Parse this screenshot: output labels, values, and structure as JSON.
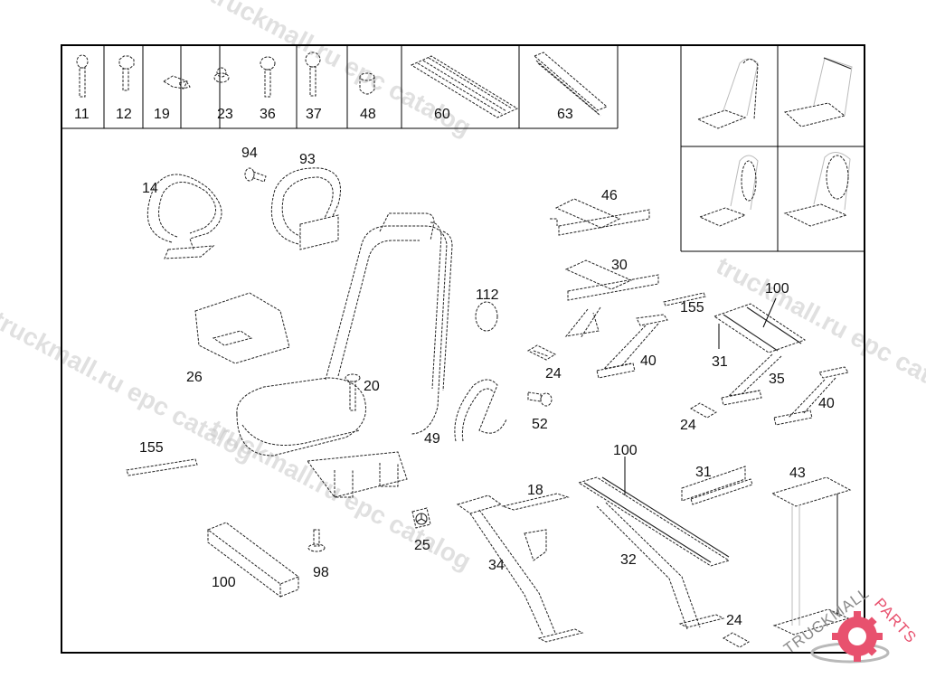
{
  "diagram": {
    "title": "Driver seat frame and mounting parts",
    "header_parts": [
      {
        "id": "11",
        "icon": "bolt-icon"
      },
      {
        "id": "12",
        "icon": "hex-bolt-icon"
      },
      {
        "id": "19",
        "icon": "clip-icon"
      },
      {
        "id": "23",
        "icon": "nut-icon"
      },
      {
        "id": "36",
        "icon": "screw-icon"
      },
      {
        "id": "37",
        "icon": "screw-icon"
      },
      {
        "id": "48",
        "icon": "cap-icon"
      },
      {
        "id": "60",
        "icon": "rail-profile-icon"
      },
      {
        "id": "63",
        "icon": "rail-profile-icon"
      }
    ],
    "seat_variants": [
      "seat-variant-1",
      "seat-variant-2",
      "seat-variant-3",
      "seat-variant-4"
    ],
    "callouts": {
      "c14": "14",
      "c94": "94",
      "c93": "93",
      "c46": "46",
      "c30": "30",
      "c155a": "155",
      "c100a": "100",
      "c112": "112",
      "c26": "26",
      "c20": "20",
      "c24a": "24",
      "c40a": "40",
      "c31a": "31",
      "c35": "35",
      "c52": "52",
      "c24b": "24",
      "c40b": "40",
      "c49": "49",
      "c155b": "155",
      "c100b": "100",
      "c18": "18",
      "c31b": "31",
      "c43": "43",
      "c25": "25",
      "c34": "34",
      "c32": "32",
      "c98": "98",
      "c100c": "100",
      "c24c": "24"
    }
  },
  "watermarks": {
    "w1": "truckmall.ru epc catalog",
    "w2": "truckmall.ru epc catalog",
    "w3": "truckmall.ru epc catalog",
    "w4": "truckmall.ru epc catalog"
  },
  "logo": {
    "text_a": "TRUCKMALL",
    "text_b": "PARTS",
    "accent": "#e8516e",
    "secondary": "#b9b9b9"
  }
}
